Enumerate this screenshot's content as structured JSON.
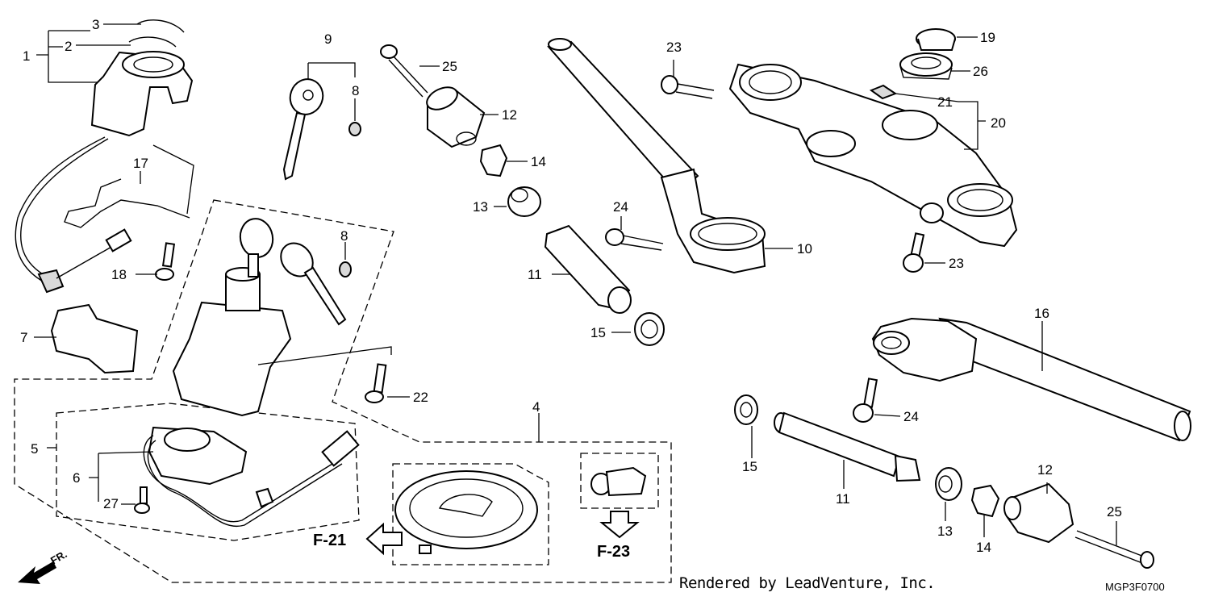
{
  "callouts": {
    "c1": "1",
    "c2": "2",
    "c3": "3",
    "c4": "4",
    "c5": "5",
    "c6": "6",
    "c7": "7",
    "c8a": "8",
    "c8b": "8",
    "c9": "9",
    "c10": "10",
    "c11a": "11",
    "c11b": "11",
    "c12a": "12",
    "c12b": "12",
    "c13a": "13",
    "c13b": "13",
    "c14a": "14",
    "c14b": "14",
    "c15a": "15",
    "c15b": "15",
    "c16": "16",
    "c17": "17",
    "c18": "18",
    "c19": "19",
    "c20": "20",
    "c21": "21",
    "c22": "22",
    "c23a": "23",
    "c23b": "23",
    "c24a": "24",
    "c24b": "24",
    "c25a": "25",
    "c25b": "25",
    "c26": "26",
    "c27": "27"
  },
  "references": {
    "f21": "F-21",
    "f23": "F-23"
  },
  "direction": {
    "front": "FR."
  },
  "footer": {
    "credit": "Rendered by LeadVenture, Inc.",
    "code": "MGP3F0700"
  }
}
